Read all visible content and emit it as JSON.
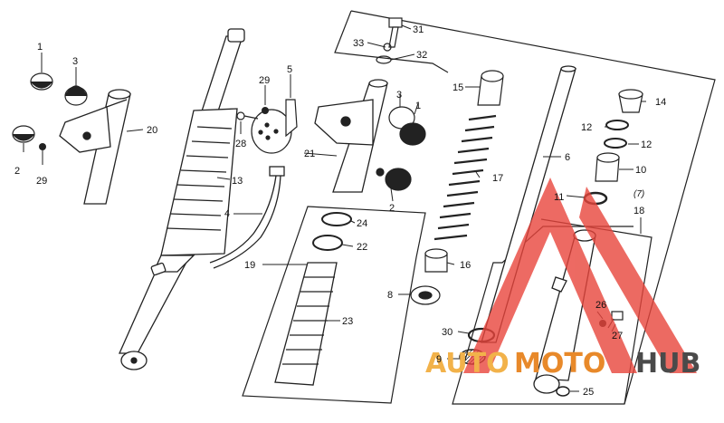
{
  "diagram": {
    "callouts": {
      "n1a": "1",
      "n1b": "1",
      "n2a": "2",
      "n2b": "2",
      "n3a": "3",
      "n3b": "3",
      "n4": "4",
      "n5": "5",
      "n6": "6",
      "n8": "8",
      "n9": "9",
      "n10": "10",
      "n11": "11",
      "n12a": "12",
      "n12b": "12",
      "n13": "13",
      "n14": "14",
      "n15": "15",
      "n16": "16",
      "n17": "17",
      "n18": "18",
      "n19": "19",
      "n20": "20",
      "n21": "21",
      "n22": "22",
      "n23": "23",
      "n24": "24",
      "n25": "25",
      "n26": "26",
      "n27": "27",
      "n28": "28",
      "n29a": "29",
      "n29b": "29",
      "n30": "30",
      "n31": "31",
      "n32": "32",
      "n33": "33",
      "n7mark": "(7)"
    }
  },
  "watermark": {
    "part1": "AUTO",
    "part2": "MOTO",
    "part3": "HUB",
    "colors": {
      "auto": "#f2b24a",
      "moto": "#e8892a",
      "hub": "#4a4a4a",
      "triangle": "#e8453c"
    }
  }
}
